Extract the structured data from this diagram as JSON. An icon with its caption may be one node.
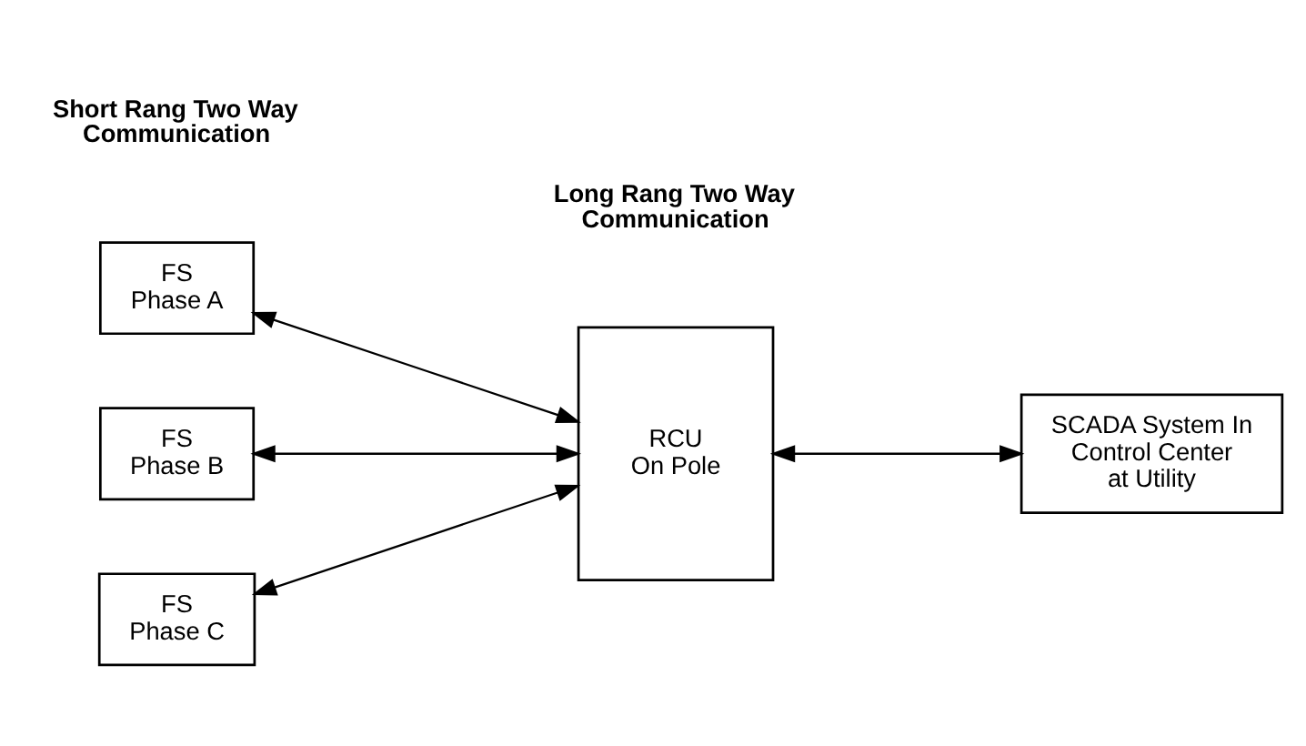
{
  "diagram": {
    "nodes": [
      {
        "text": [
          "FS",
          "Phase A"
        ]
      },
      {
        "text": [
          "FS",
          "Phase B"
        ]
      },
      {
        "text": [
          "FS",
          "Phase C"
        ]
      },
      {
        "text": [
          "RCU",
          "On Pole"
        ]
      },
      {
        "text": [
          "SCADA System In Control Center at Utility"
        ]
      }
    ],
    "edges": [
      {
        "from": 0,
        "to": 3,
        "arrow": "both"
      },
      {
        "from": 1,
        "to": 3,
        "arrow": "both"
      },
      {
        "from": 2,
        "to": 3,
        "arrow": "both"
      },
      {
        "from": 3,
        "to": 4,
        "arrow": "both"
      }
    ],
    "labels": [
      "Short Rang Two Way Communication",
      "Long Rang Two Way Communication"
    ]
  }
}
